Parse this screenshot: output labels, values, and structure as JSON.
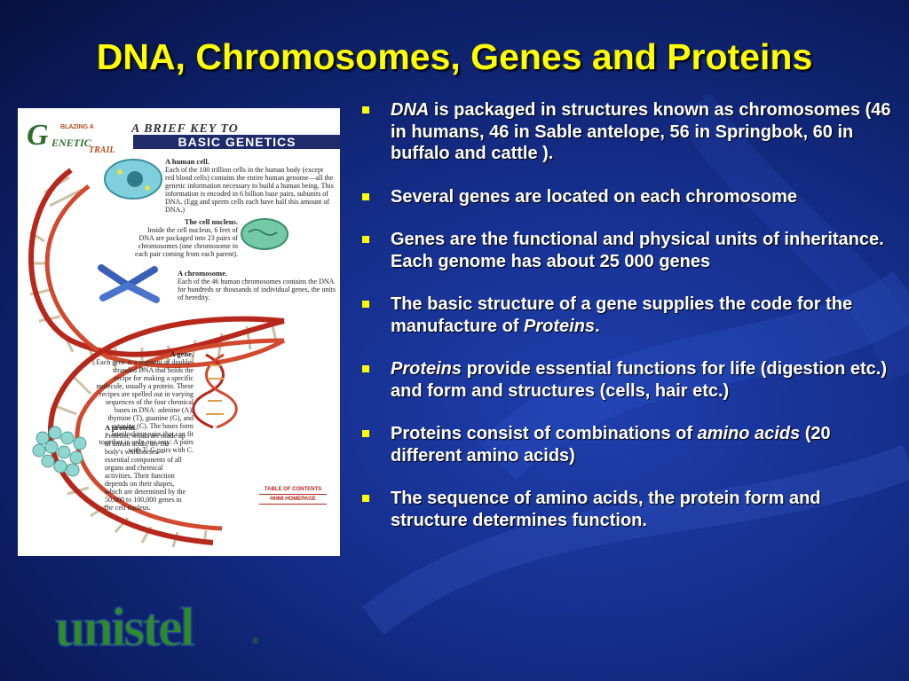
{
  "slide": {
    "title": "DNA, Chromosomes, Genes and Proteins"
  },
  "bullets": [
    {
      "parts": [
        {
          "t": "DNA",
          "i": true
        },
        {
          "t": "  is packaged in structures known as chromosomes (46 in humans, 46 in Sable antelope, 56 in Springbok, 60 in buffalo and cattle )."
        }
      ]
    },
    {
      "parts": [
        {
          "t": "Several genes are located on each chromosome"
        }
      ]
    },
    {
      "parts": [
        {
          "t": "Genes are the functional and physical units of inheritance. Each genome has about 25 000 genes"
        }
      ]
    },
    {
      "parts": [
        {
          "t": "The basic structure of a gene supplies the code for the manufacture of "
        },
        {
          "t": "Proteins",
          "i": true
        },
        {
          "t": "."
        }
      ]
    },
    {
      "parts": [
        {
          "t": "Proteins",
          "i": true
        },
        {
          "t": "  provide essential functions for life (digestion etc.) and form and structures (cells, hair etc.)"
        }
      ]
    },
    {
      "parts": [
        {
          "t": "Proteins consist of combinations of "
        },
        {
          "t": "amino acids",
          "i": true
        },
        {
          "t": " (20 different amino acids)"
        }
      ]
    },
    {
      "parts": [
        {
          "t": "The sequence of amino acids, the protein form and structure determines function."
        }
      ]
    }
  ],
  "poster": {
    "brand_line1": "BLAZING A",
    "brand_letter": "G",
    "brand_line2": "ENETIC",
    "brand_line3": "TRAIL",
    "brief": "A BRIEF KEY TO",
    "heading": "BASIC GENETICS",
    "sections": [
      {
        "head": "A human cell.",
        "body": "Each of the 100 trillion cells in the human body (except red blood cells) contains the entire human genome—all the genetic information necessary to build a human being. This information is encoded in 6 billion base pairs, subunits of DNA. (Egg and sperm cells each have half this amount of DNA.)"
      },
      {
        "head": "The cell nucleus.",
        "body": "Inside the cell nucleus, 6 feet of DNA are packaged into 23 pairs of chromosomes (one chromosome in each pair coming from each parent)."
      },
      {
        "head": "A chromosome.",
        "body": "Each of the 46 human chromosomes contains the DNA for hundreds or thousands of individual genes, the units of heredity."
      },
      {
        "head": "A gene.",
        "body": "Each gene is a segment of double-stranded DNA that holds the recipe for making a specific molecule, usually a protein. These recipes are spelled out in varying sequences of the four chemical bases in DNA: adenine (A), thymine (T), guanine (G), and cytosine (C). The bases form interlocking pairs that can fit together in only one way: A pairs with T; G pairs with C."
      },
      {
        "head": "A protein.",
        "body": "Proteins, which are made up of amino acids, are the body's workhorses—essential components of all organs and chemical activities. Their function depends on their shapes, which are determined by the 50,000 to 100,000 genes in the cell nucleus."
      }
    ],
    "toc_1": "TABLE OF CONTENTS",
    "toc_2": "HHMI HOMEPAGE"
  },
  "logo": {
    "text": "unistel",
    "mark": "®"
  },
  "colors": {
    "title": "#ffff00",
    "bullet": "#ffff00",
    "text": "#ffffff",
    "logo_green": "#2f8a2a",
    "logo_blue": "#1f3c9a"
  }
}
